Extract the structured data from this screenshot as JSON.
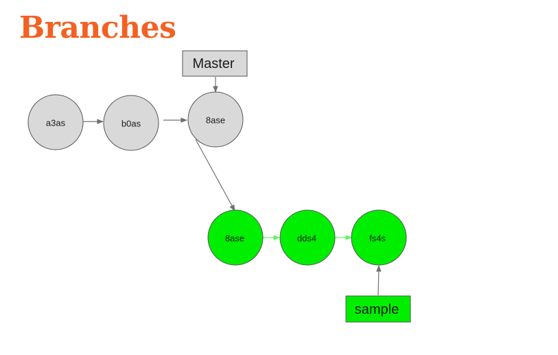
{
  "title": "Branches",
  "colors": {
    "title": "#f26122",
    "commit_main": "#d9d9d9",
    "commit_branch": "#00ee00",
    "edge_main": "#707070",
    "edge_branch": "#66f066",
    "label_master": "#d9d9d9",
    "label_sample": "#00ee00"
  },
  "diagram": {
    "labels": {
      "master": "Master",
      "sample": "sample"
    },
    "commits_main": [
      "a3as",
      "b0as",
      "8ase"
    ],
    "commits_branch": [
      "8ase",
      "dds4",
      "fs4s"
    ]
  }
}
